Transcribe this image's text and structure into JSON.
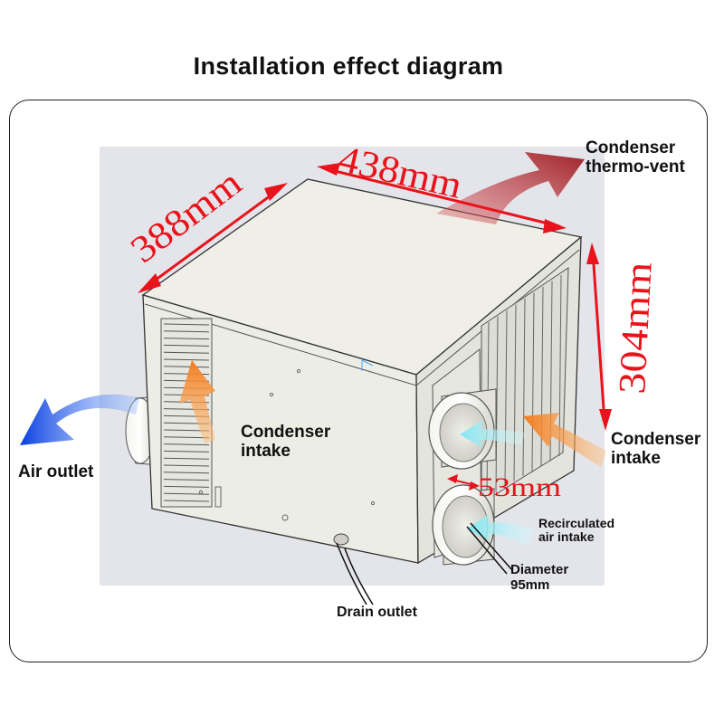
{
  "title": "Installation effect diagram",
  "dimensions": {
    "width": "388mm",
    "length": "438mm",
    "height": "304mm",
    "spacing": "53mm"
  },
  "labels": {
    "condenser_thermovent_line1": "Condenser",
    "condenser_thermovent_line2": "thermo-vent",
    "condenser_intake_left_line1": "Condenser",
    "condenser_intake_left_line2": "intake",
    "condenser_intake_right_line1": "Condenser",
    "condenser_intake_right_line2": "intake",
    "air_outlet": "Air outlet",
    "recirculated_line1": "Recirculated",
    "recirculated_line2": "air intake",
    "diameter_line1": "Diameter",
    "diameter_line2": "95mm",
    "drain_outlet": "Drain outlet"
  },
  "colors": {
    "dimension_red": "#e8131b",
    "thermo_vent_arrow": "#a8282d",
    "air_outlet_arrow": "#1450e6",
    "condenser_intake_arrow": "#f58a2a",
    "recirculated_arrow": "#8fe9f4",
    "unit_body": "#eeeee6"
  }
}
